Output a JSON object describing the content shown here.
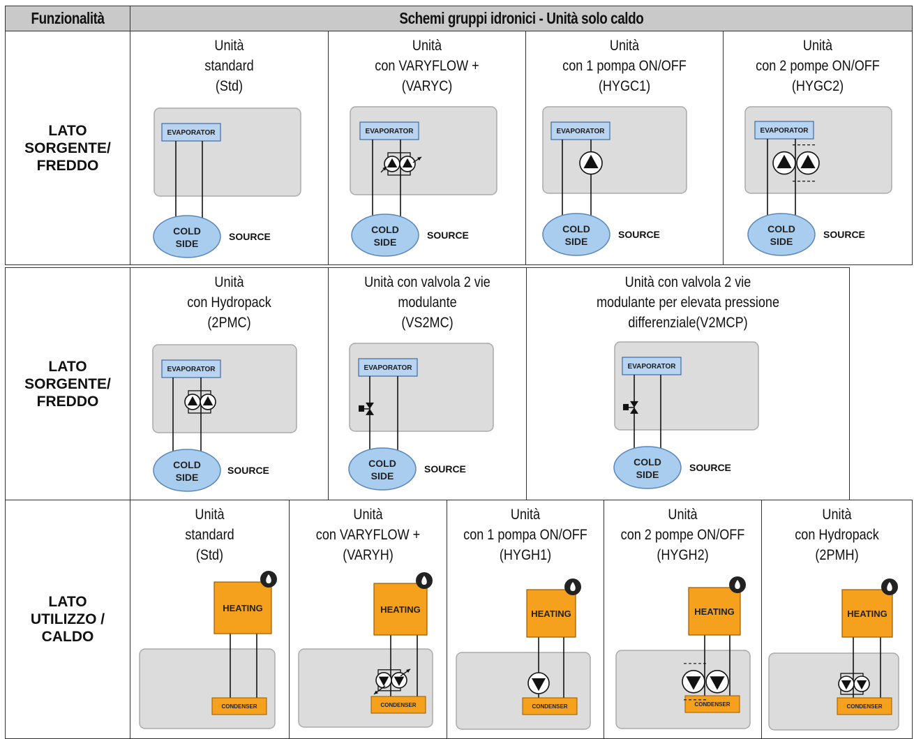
{
  "header": {
    "col1": "Funzionalità",
    "col2": "Schemi gruppi idronici - Unità solo caldo"
  },
  "labels": {
    "evaporator": "EVAPORATOR",
    "cold_line1": "COLD",
    "cold_line2": "SIDE",
    "source": "SOURCE",
    "heating": "HEATING",
    "condenser": "CONDENSER"
  },
  "rows": [
    {
      "label": [
        "LATO",
        "SORGENTE/",
        "FREDDO"
      ],
      "units": [
        {
          "title": [
            "Unità",
            "standard",
            "(Std)"
          ],
          "pump": "none"
        },
        {
          "title": [
            "Unità",
            "con VARYFLOW +",
            "(VARYC)"
          ],
          "pump": "variable"
        },
        {
          "title": [
            "Unità",
            "con 1 pompa ON/OFF",
            "(HYGC1)"
          ],
          "pump": "single"
        },
        {
          "title": [
            "Unità",
            "con 2 pompe ON/OFF",
            "(HYGC2)"
          ],
          "pump": "double"
        }
      ]
    },
    {
      "label": [
        "LATO",
        "SORGENTE/",
        "FREDDO"
      ],
      "units": [
        {
          "title": [
            "Unità",
            "con Hydropack",
            "(2PMC)"
          ],
          "pump": "hydropack"
        },
        {
          "title": [
            "Unità con valvola 2 vie",
            "modulante",
            "(VS2MC)"
          ],
          "pump": "valve"
        },
        {
          "title": [
            "Unità con valvola 2 vie",
            "modulante per elevata pressione",
            "differenziale(V2MCP)"
          ],
          "pump": "valve"
        }
      ]
    },
    {
      "label": [
        "LATO",
        "UTILIZZO /",
        "CALDO"
      ],
      "units": [
        {
          "title": [
            "Unità",
            "standard",
            "(Std)"
          ],
          "pump": "none"
        },
        {
          "title": [
            "Unità",
            "con VARYFLOW +",
            "(VARYH)"
          ],
          "pump": "variable"
        },
        {
          "title": [
            "Unità",
            "con 1 pompa ON/OFF",
            "(HYGH1)"
          ],
          "pump": "single"
        },
        {
          "title": [
            "Unità",
            "con 2 pompe ON/OFF",
            "(HYGH2)"
          ],
          "pump": "double"
        },
        {
          "title": [
            "Unità",
            "con Hydropack",
            "(2PMH)"
          ],
          "pump": "hydropack"
        }
      ]
    }
  ]
}
